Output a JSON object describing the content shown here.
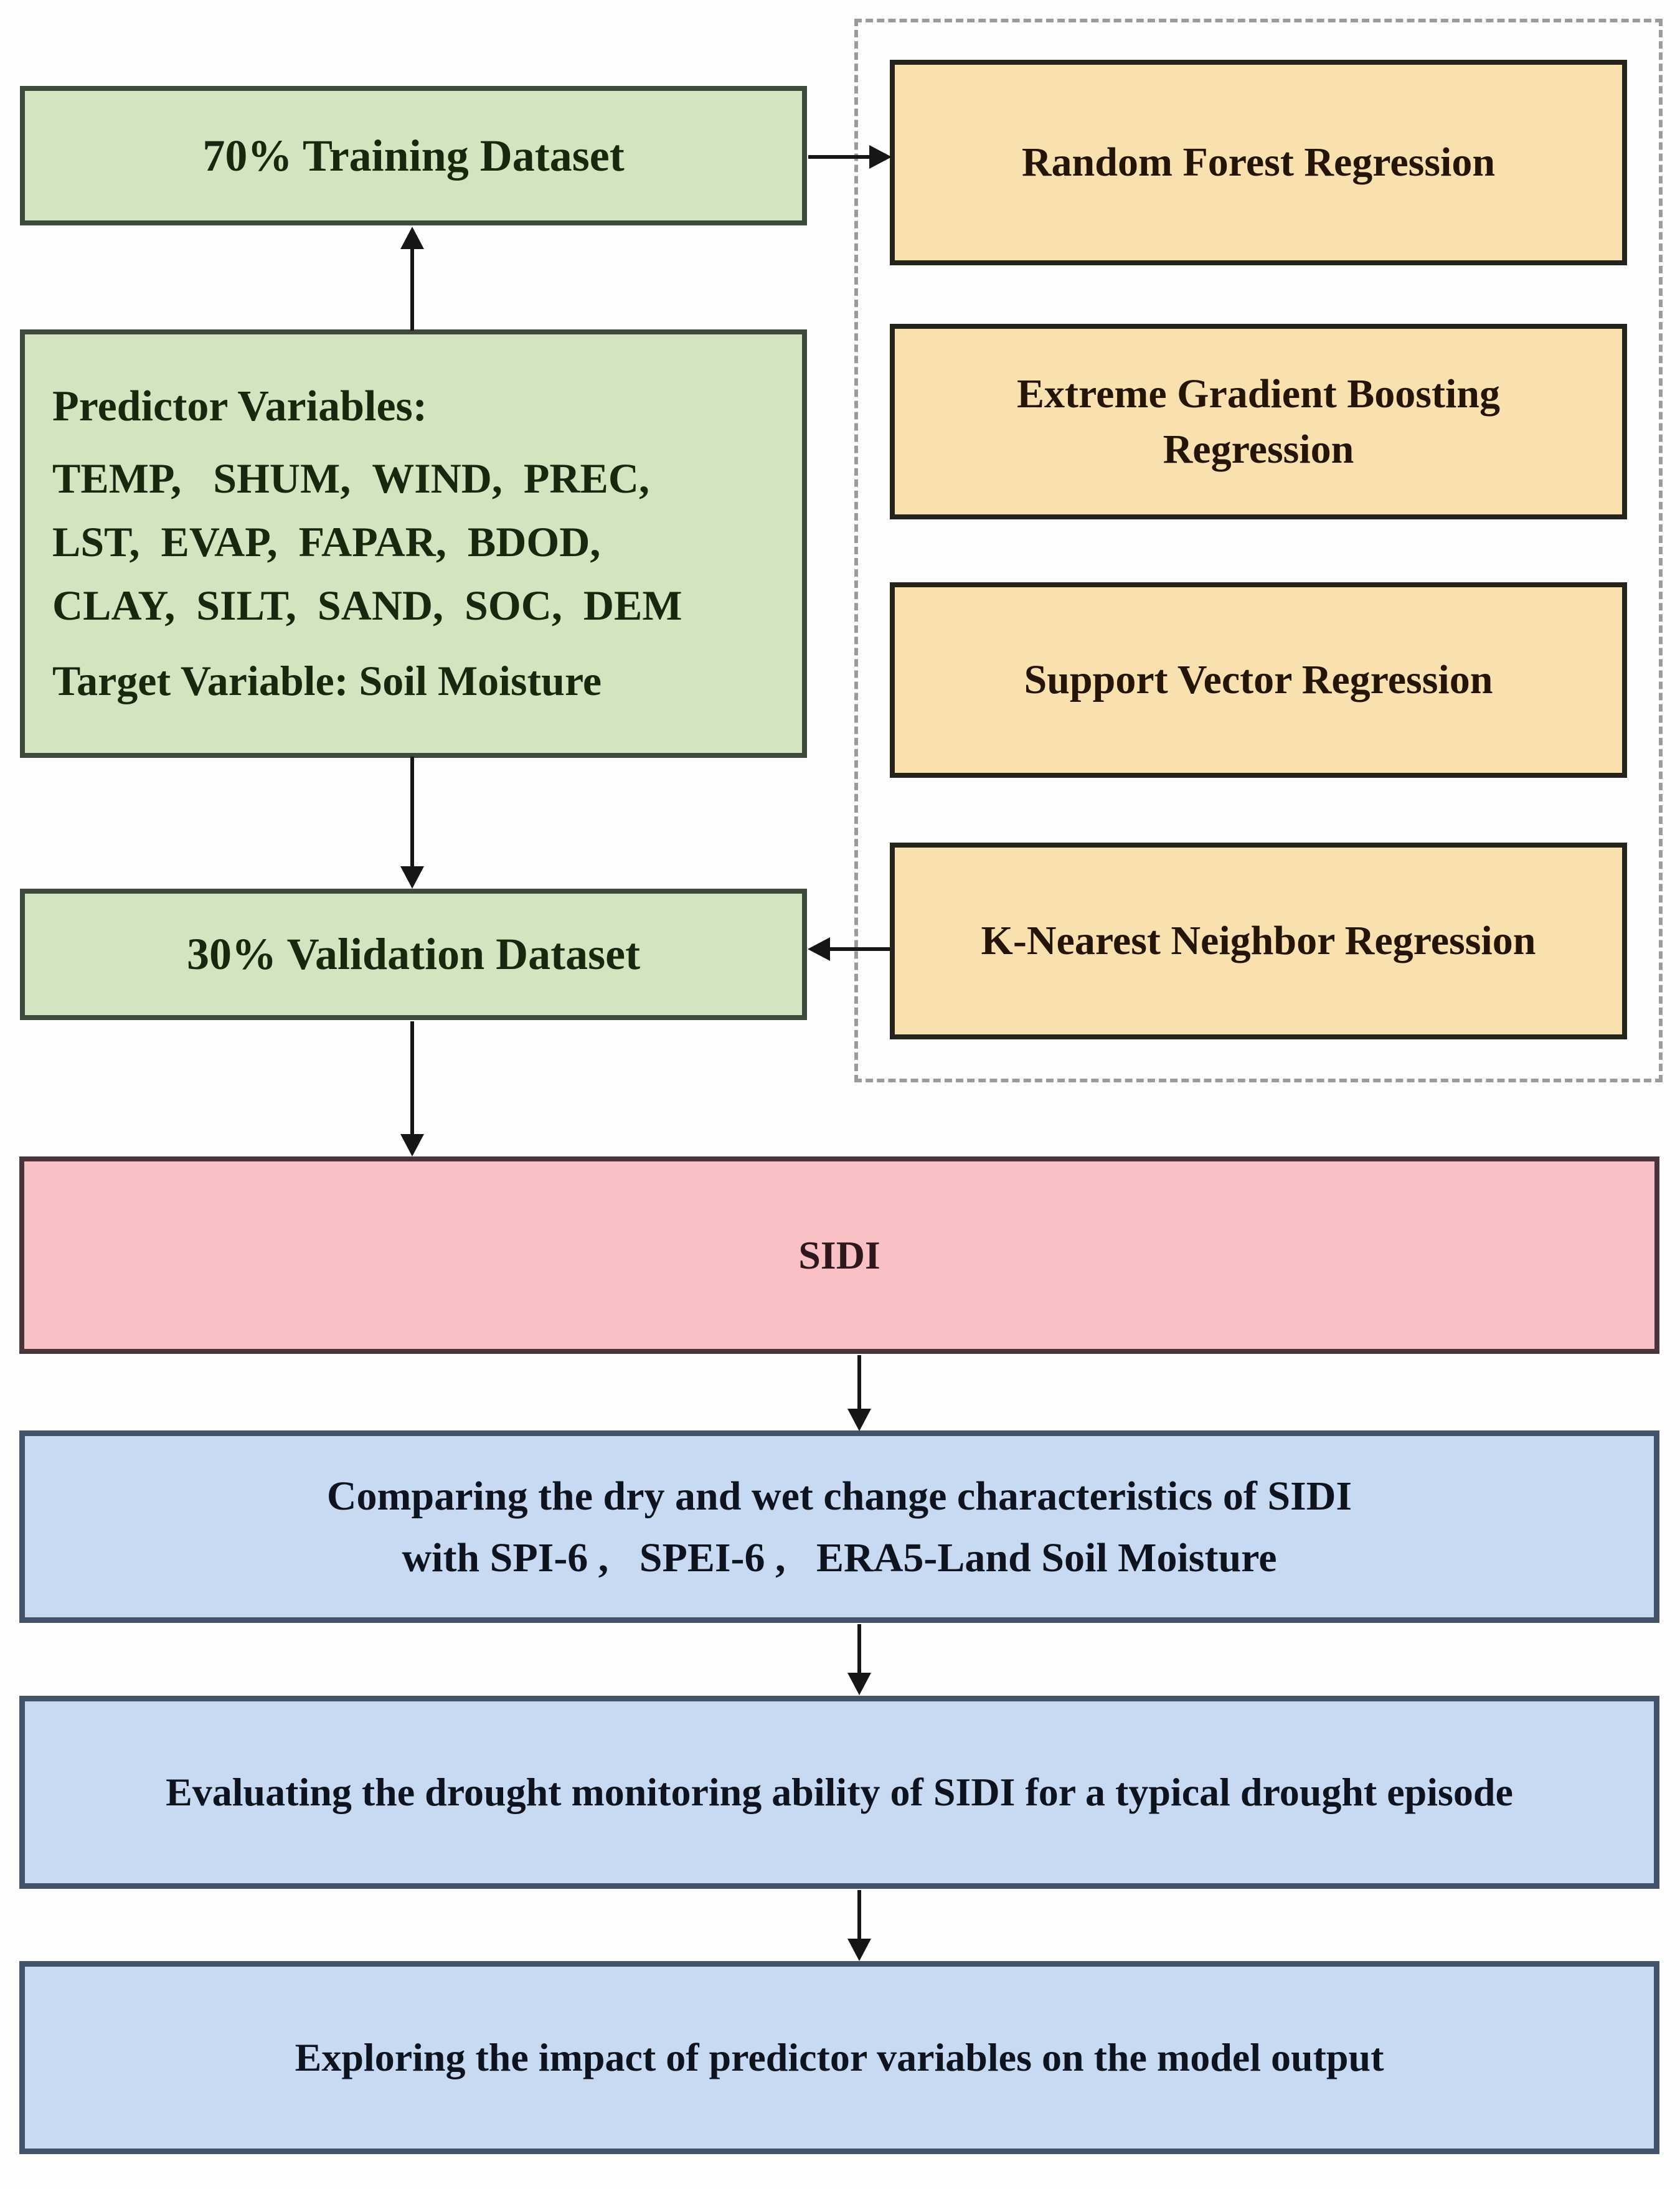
{
  "diagram": {
    "dataset_flow": {
      "training_box": "70% Training Dataset",
      "predictor_box": {
        "title": "Predictor Variables:",
        "line1": "TEMP、 SHUM、WIND、PREC、",
        "line2": "LST、EVAP、FAPAR、BDOD、",
        "line3": "CLAY、SILT、SAND、SOC、DEM",
        "target": "Target Variable: Soil Moisture"
      },
      "validation_box": "30% Validation Dataset"
    },
    "models_group": {
      "box1": "Random Forest Regression",
      "box2": "Extreme Gradient Boosting Regression",
      "box3": "Support Vector Regression",
      "box4": "K-Nearest Neighbor Regression"
    },
    "result_box": "SIDI",
    "analysis": {
      "compare_line1": "Comparing  the dry and wet change characteristics of SIDI",
      "compare_line2": "with SPI-6 、 SPEI-6 、 ERA5-Land Soil Moisture",
      "evaluate": "Evaluating the drought monitoring ability of SIDI for a typical drought episode",
      "explore": "Exploring the impact of predictor variables on the model output"
    },
    "colors": {
      "dataset_fill": "#d3e5c0",
      "dataset_border": "#3e4a3c",
      "model_fill": "#f9e0af",
      "model_border": "#26221c",
      "result_fill": "#f9c0c5",
      "result_border": "#4a353c",
      "analysis_fill": "#c7daf2",
      "analysis_border": "#43536a",
      "group_dashed_border": "#9b9b9b",
      "arrow": "#161616"
    }
  }
}
